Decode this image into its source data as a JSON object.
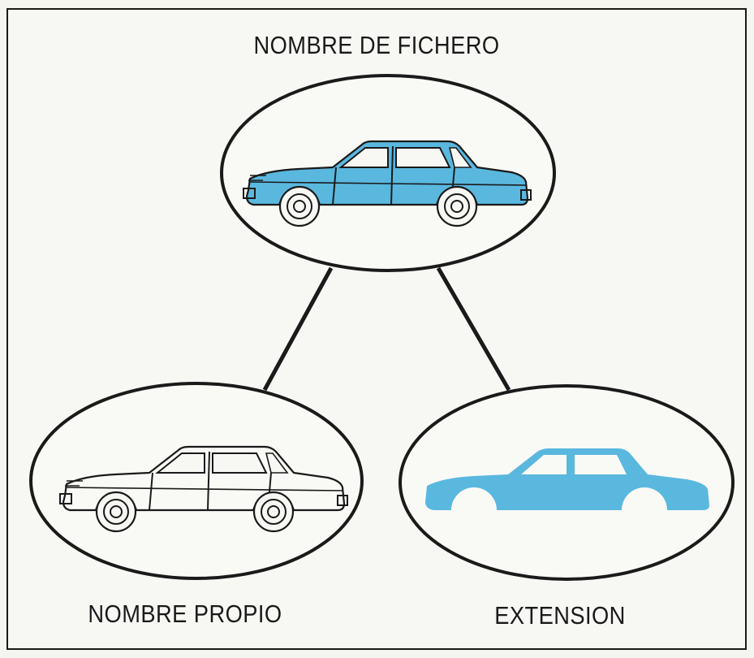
{
  "diagram": {
    "top_node": {
      "label": "NOMBRE DE FICHERO",
      "icon": "car-blue-icon"
    },
    "left_node": {
      "label": "NOMBRE PROPIO",
      "icon": "car-outline-icon"
    },
    "right_node": {
      "label": "EXTENSION",
      "icon": "car-silhouette-icon"
    },
    "colors": {
      "car_fill": "#5ab8df",
      "line": "#1a1a1a",
      "background": "#f7f7f4"
    }
  }
}
